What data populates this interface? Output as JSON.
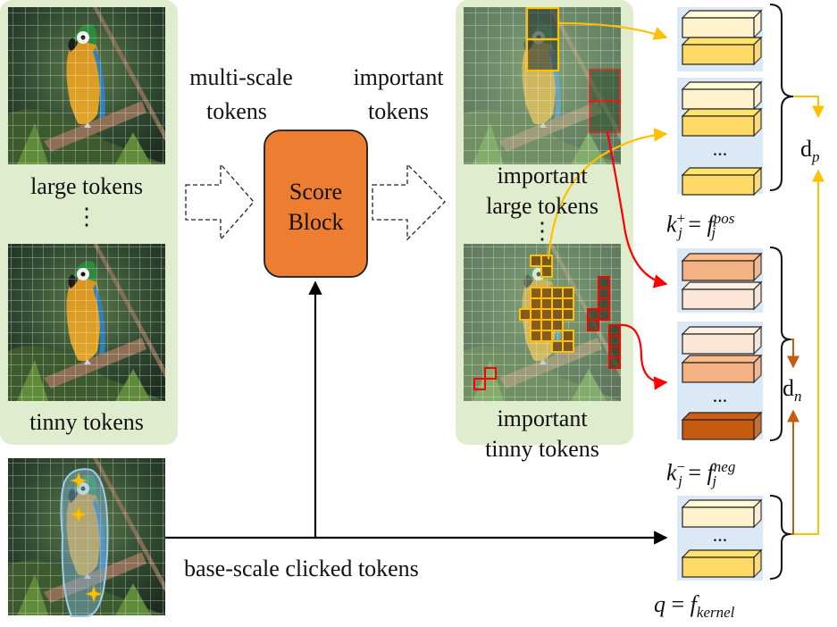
{
  "colors": {
    "panel_bg": "#dfeccd",
    "score_block": "#ed7d31",
    "token_stack_bg": "#dbe8f5",
    "pos_arrow": "#ffc000",
    "neg_arrow": "#ff0000",
    "dn_arrow": "#c55a11",
    "key_light": "#fff2cc",
    "key_mid": "#ffd966",
    "neg_light": "#fbe5d6",
    "neg_mid": "#f4b183",
    "neg_dark": "#c55a11"
  },
  "labels": {
    "large_tokens": "large tokens",
    "vdots": "⋮",
    "tinny_tokens": "tinny tokens",
    "multi_scale_1": "multi-scale",
    "multi_scale_2": "tokens",
    "important_1": "important",
    "important_2": "tokens",
    "score_block_1": "Score",
    "score_block_2": "Block",
    "important_large_1": "important",
    "important_large_2": "large tokens",
    "important_tinny_1": "important",
    "important_tinny_2": "tinny tokens",
    "base_scale": "base-scale clicked tokens",
    "ellipsis": "...",
    "k_pos": "k",
    "k_pos_sup": "+",
    "k_pos_sub": "j",
    "f_pos": "f",
    "f_pos_sup": "pos",
    "f_pos_sub": "j",
    "k_neg": "k",
    "k_neg_sup": "−",
    "k_neg_sub": "j",
    "f_neg": "f",
    "f_neg_sup": "neg",
    "f_neg_sub": "j",
    "q": "q",
    "f_kernel": "f",
    "f_kernel_sub": "kernel",
    "equals": "=",
    "d_p": "d",
    "d_p_sub": "p",
    "d_n": "d",
    "d_n_sub": "n"
  },
  "icons": {
    "parrot_image": "parrot-photo",
    "click_point": "star-icon"
  }
}
